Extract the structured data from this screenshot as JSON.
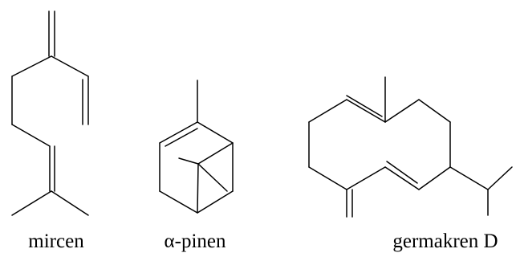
{
  "figure": {
    "bond_color": "#000000",
    "molecules": [
      {
        "name": "mircen"
      },
      {
        "name": "α-pinen"
      },
      {
        "name": "germakren D"
      }
    ]
  }
}
